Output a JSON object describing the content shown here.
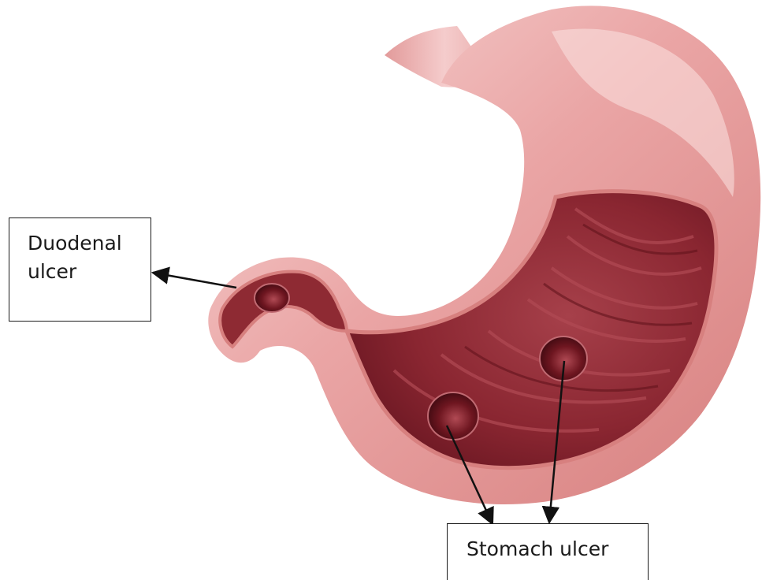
{
  "labels": {
    "duodenal_line1": "Duodenal",
    "duodenal_line2": "ulcer",
    "stomach": "Stomach ulcer"
  },
  "colors": {
    "outer_wall": "#e5989a",
    "outer_wall_highlight": "#f6cfcf",
    "inner_cavity": "#8e2a33",
    "inner_cavity_dark": "#6a1620",
    "ulcer": "#5a0f18",
    "label_border": "#1a1a1a",
    "arrow": "#111111"
  }
}
